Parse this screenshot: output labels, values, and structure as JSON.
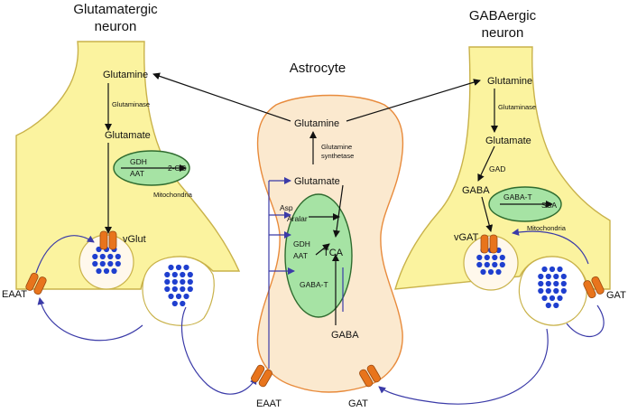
{
  "colors": {
    "neuron_fill": "#fbf39f",
    "neuron_stroke": "#c9b24a",
    "astro_fill": "#fbe9cf",
    "astro_stroke": "#e88b3c",
    "mito_fill": "#a6e3a4",
    "mito_stroke": "#2f6b2f",
    "vesicle_dot": "#1f3fcf",
    "transporter": "#e8741c",
    "flow_line": "#5a5ab8",
    "arrow": "#111111"
  },
  "glut_neuron": {
    "title_line1": "Glutamatergic",
    "title_line2": "neuron",
    "glutamine": "Glutamine",
    "glutaminase": "Glutaminase",
    "glutamate": "Glutamate",
    "gdh": "GDH",
    "aat": "AAT",
    "og": "2-OG",
    "mitochondria": "Mitochondria",
    "vglut": "vGlut",
    "eaat": "EAAT"
  },
  "astrocyte": {
    "title": "Astrocyte",
    "glutamine": "Glutamine",
    "synthetase_line1": "Glutamine",
    "synthetase_line2": "synthetase",
    "glutamate": "Glutamate",
    "asp": "Asp",
    "aralar": "Aralar",
    "gdh": "GDH",
    "aat": "AAT",
    "tca": "TCA",
    "gaba_t": "GABA-T",
    "gaba": "GABA",
    "eaat": "EAAT",
    "gat": "GAT"
  },
  "gaba_neuron": {
    "title_line1": "GABAergic",
    "title_line2": "neuron",
    "glutamine": "Glutamine",
    "glutaminase": "Glutaminase",
    "glutamate": "Glutamate",
    "gad": "GAD",
    "gaba": "GABA",
    "gaba_t": "GABA-T",
    "ssa": "SSA",
    "mitochondria": "Mitochondria",
    "vgat": "vGAT",
    "gat": "GAT"
  }
}
